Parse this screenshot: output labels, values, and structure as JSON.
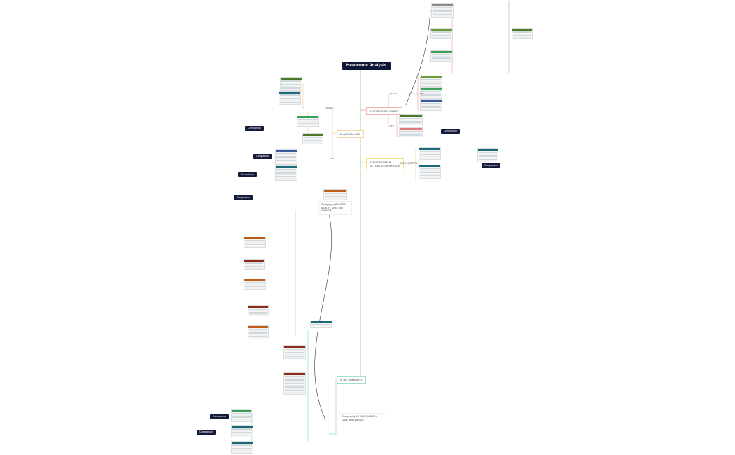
{
  "title": "Headcount Analysis",
  "branches": [
    {
      "label": "1. PROVISION VS ACT",
      "color": "#f4b4b4"
    },
    {
      "label": "2. ACTUAL LOB",
      "color": "#f9d2a8"
    },
    {
      "label": "3. BUDGETED & ACTUAL COMPARISON",
      "color": "#f3e08a"
    },
    {
      "label": "4. HC SUMMARY",
      "color": "#9fe0cf"
    }
  ],
  "sub": {
    "monthly": "Monthly",
    "ytd": "YTD",
    "group_by_lob": "Group by LOB",
    "group_by_month": "Group by MONTH",
    "comparison": "Comparison",
    "grouping": "Grouping by AS VARS, MONTH, DATE and CHANGE",
    "summary_note": "Grouping by AS VARS, MONTH, DATE and CHANGE"
  },
  "colors": {
    "title_bg": "#0f1535",
    "spine": "#a8d08d",
    "teal": "#9fe0cf",
    "pink": "#f4b4b4",
    "orange": "#f9d2a8",
    "yellow": "#f3e08a"
  },
  "thumb_colors": [
    "#8a8a8a",
    "#6a9a3a",
    "#3aa15a",
    "#4a7a2a",
    "#e07a7a",
    "#2a8a8a",
    "#c05a1a",
    "#8a2a1a",
    "#3a5a9a",
    "#1a6a7a"
  ]
}
